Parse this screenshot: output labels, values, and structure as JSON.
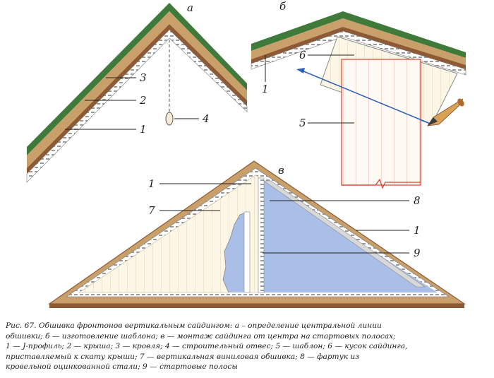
{
  "panels": {
    "a": "а",
    "b": "б",
    "c": "в"
  },
  "labels": {
    "a1": "1",
    "a2": "2",
    "a3": "3",
    "a4": "4",
    "b1": "1",
    "b5": "5",
    "b6": "6",
    "c1left": "1",
    "c1right": "1",
    "c7": "7",
    "c8": "8",
    "c9": "9"
  },
  "caption": {
    "lines": [
      "Рис. 67. Обшивка фронтонов вертикальным сайдингом: а – определение центральной линии",
      "обшивки; б — изготовление шаблона; в — монтаж сайдинга от центра на стартовых полосах;",
      "1 — J-профиль; 2 — крыша; 3 — кровля; 4 — строительный отвес; 5 — шаблон; 6 — кусок сайдинга,",
      "приставляемый к скату крыши; 7 — вертикальная виниловая обшивка; 8 — фартук из",
      "кровельной оцинкованной стали; 9 — стартовые полосы"
    ]
  },
  "colors": {
    "roof_green": "#3f7a3a",
    "roof_wood": "#c9a06a",
    "roof_brown": "#8e5a33",
    "siding_cream": "#fbf6e6",
    "blue_wall": "#a9bfe8",
    "template_red": "#d2412f",
    "arrow_blue": "#2f5fb8"
  }
}
